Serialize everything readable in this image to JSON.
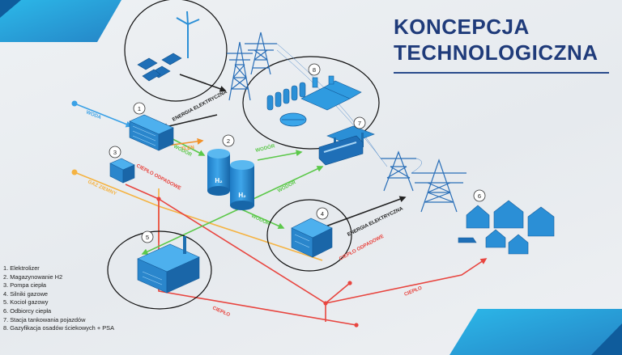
{
  "title": {
    "line1": "KONCEPCJA",
    "line2": "TECHNOLOGICZNA"
  },
  "colors": {
    "water": "#3aa1e6",
    "heat": "#e8453f",
    "hydrogen": "#5cc84a",
    "oxygen": "#f2922b",
    "natural_gas": "#f5b342",
    "electricity": "#222222",
    "accent": "#1f7fc6",
    "title": "#1f3b7a"
  },
  "flow_labels": {
    "woda": "WODA",
    "energia_1": "ENERGIA ELEKTRYCZNA",
    "tlen": "TLEN",
    "cieplo_odpadowe_1": "CIEPŁO ODPADOWE",
    "wodor_1": "WODÓR",
    "wodor_2": "WODÓR",
    "wodor_3": "WODÓR",
    "wodor_4": "WODÓR",
    "gaz_ziemny": "GAZ ZIEMNY",
    "energia_2": "ENERGIA ELEKTRYCZNA",
    "cieplo_odpadowe_2": "CIEPŁO ODPADOWE",
    "cieplo_1": "CIEPŁO",
    "cieplo_2": "CIEPŁO"
  },
  "badges": {
    "b1": "1",
    "b2": "2",
    "b3": "3",
    "b4": "4",
    "b5": "5",
    "b6": "6",
    "b7": "7",
    "b8": "8"
  },
  "tank_labels": {
    "h2a": "H₂",
    "h2b": "H₂"
  },
  "legend": [
    "1. Elektrolizer",
    "2. Magazynowanie H2",
    "3. Pompa ciepła",
    "4. Silniki gazowe",
    "5. Kocioł gazowy",
    "6. Odbiorcy ciepła",
    "7. Stacja tankowania pojazdów",
    "8. Gazyfikacja osadów ściekowych + PSA"
  ]
}
